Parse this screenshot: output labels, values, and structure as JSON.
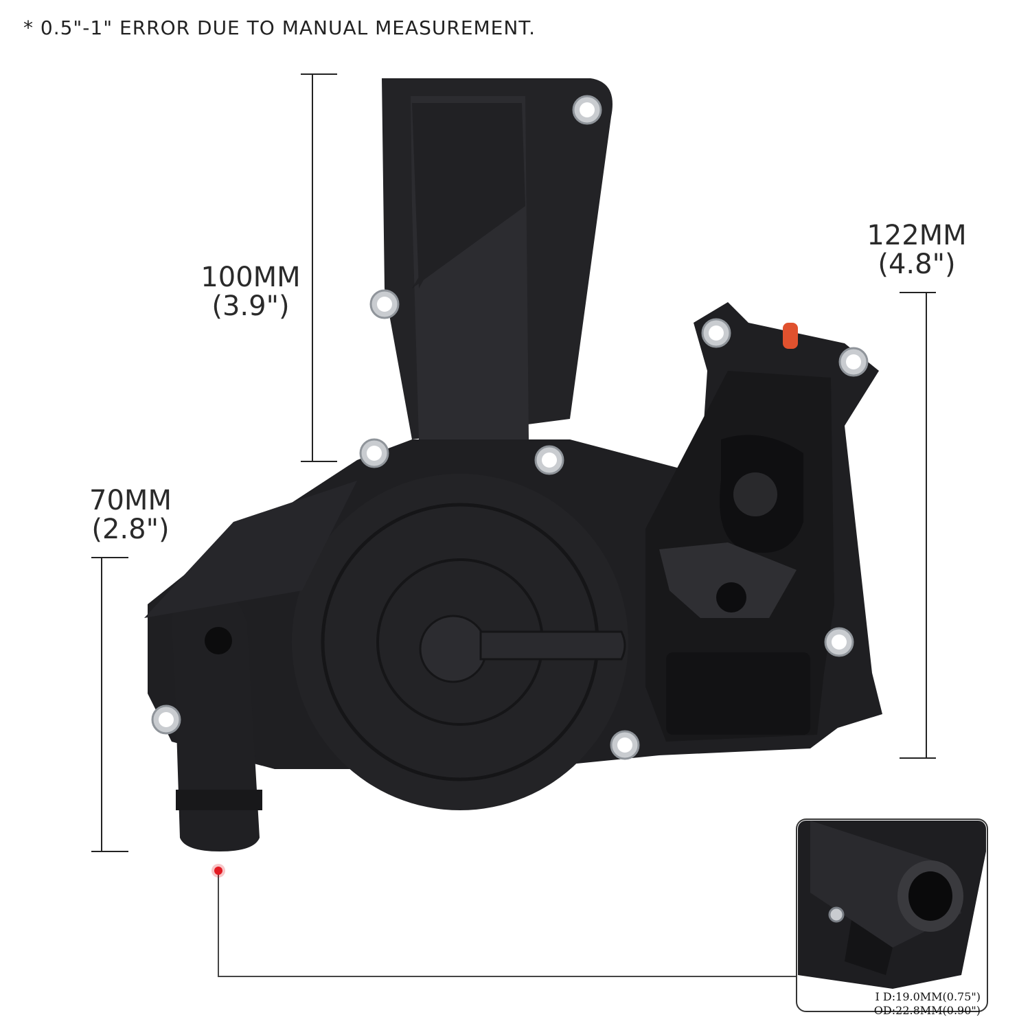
{
  "note": "* 0.5\"-1\" ERROR DUE TO MANUAL MEASUREMENT.",
  "dimensions": {
    "height_upper": {
      "mm": "100MM",
      "inch": "(3.9\")"
    },
    "height_total": {
      "mm": "122MM",
      "inch": "(4.8\")"
    },
    "outlet_height": {
      "mm": "70MM",
      "inch": "(2.8\")"
    }
  },
  "inset": {
    "inner_diameter": "I D:19.0MM(0.75\")",
    "outer_diameter": "OD:22.8MM(0.90\")"
  },
  "colors": {
    "product": "#1d1d1f",
    "marker": "#e31b23",
    "bolt": "#c9ccd0"
  }
}
